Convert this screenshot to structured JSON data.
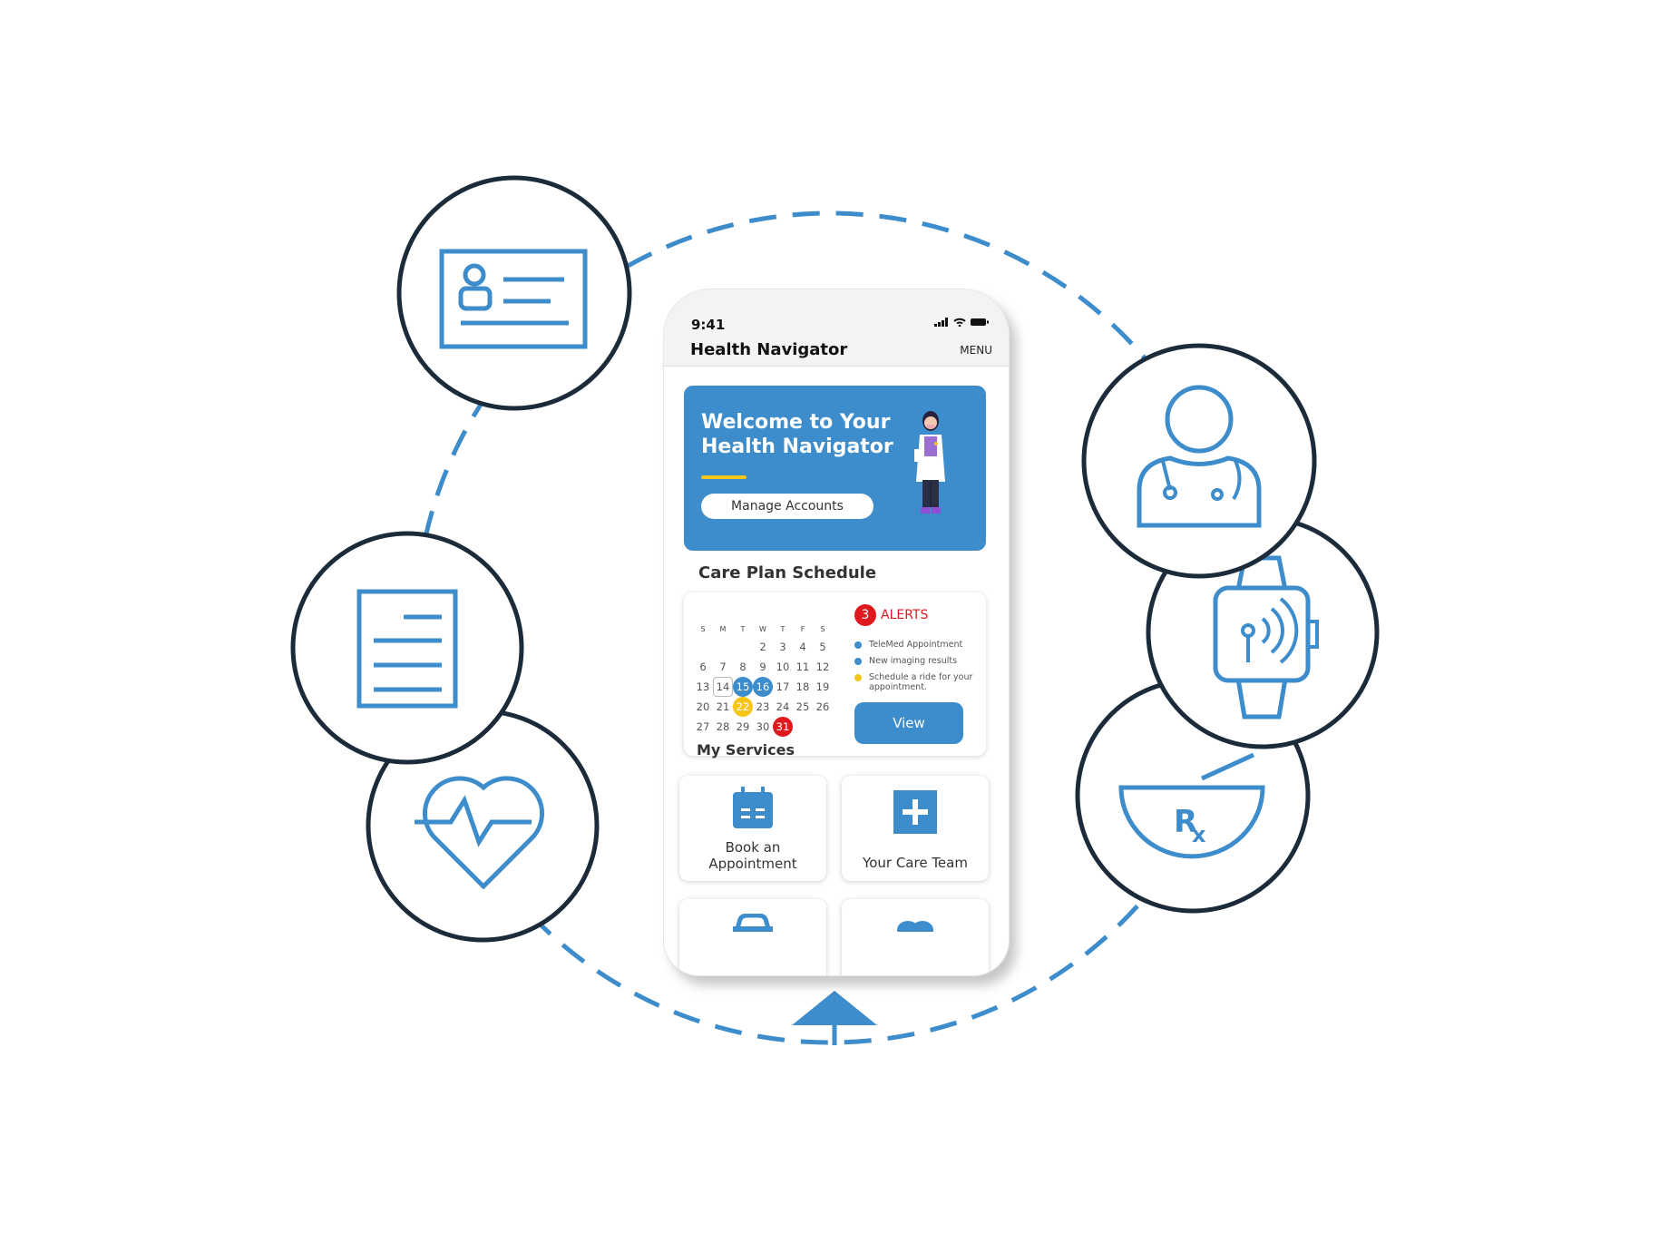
{
  "status_bar": {
    "time": "9:41"
  },
  "header": {
    "title": "Health Navigator",
    "menu_label": "MENU"
  },
  "welcome": {
    "title": "Welcome to Your Health Navigator",
    "button_label": "Manage Accounts"
  },
  "care_plan": {
    "title": "Care Plan Schedule",
    "weekdays": [
      "S",
      "M",
      "T",
      "W",
      "T",
      "F",
      "S"
    ],
    "weeks": [
      [
        "",
        "",
        "",
        "2",
        "3",
        "4",
        "5"
      ],
      [
        "6",
        "7",
        "8",
        "9",
        "10",
        "11",
        "12"
      ],
      [
        "13",
        "14",
        "15",
        "16",
        "17",
        "18",
        "19"
      ],
      [
        "20",
        "21",
        "22",
        "23",
        "24",
        "25",
        "26"
      ],
      [
        "27",
        "28",
        "29",
        "30",
        "31",
        "",
        ""
      ]
    ],
    "highlighted_days": {
      "today": "14",
      "blue": [
        "15",
        "16"
      ],
      "yellow": [
        "22"
      ],
      "red": [
        "31"
      ]
    },
    "alerts": {
      "count": "3",
      "label": "ALERTS",
      "items": [
        {
          "text": "TeleMed Appointment",
          "color": "#3d8ccb"
        },
        {
          "text": "New imaging results",
          "color": "#3d8ccb"
        },
        {
          "text": "Schedule a ride for your appointment.",
          "color": "#f5c518"
        }
      ]
    },
    "view_label": "View"
  },
  "services": {
    "title": "My Services",
    "items": [
      {
        "label": "Book an Appointment",
        "icon": "calendar-icon"
      },
      {
        "label": "Your Care Team",
        "icon": "plus-icon"
      },
      {
        "label": "",
        "icon": "car-icon"
      },
      {
        "label": "",
        "icon": "pill-icon"
      }
    ]
  },
  "surrounding_icons": [
    "id-card-icon",
    "document-icon",
    "heart-rate-icon",
    "doctor-icon",
    "smartwatch-icon",
    "prescription-icon",
    "home-icon"
  ],
  "colors": {
    "accent": "#3d8ccb",
    "alert": "#e0191e",
    "highlight": "#f5c518",
    "ring": "#1c2b3a"
  }
}
